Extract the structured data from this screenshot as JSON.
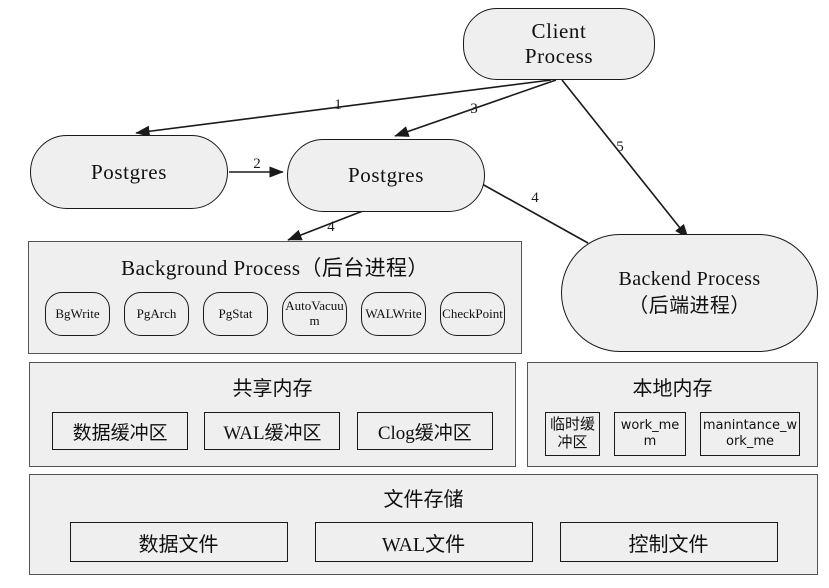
{
  "diagram": {
    "title": "PostgreSQL Process and Memory Architecture",
    "nodes": {
      "client_process": {
        "line1": "Client",
        "line2": "Process"
      },
      "postgres_left": {
        "label": "Postgres"
      },
      "postgres_right": {
        "label": "Postgres"
      },
      "backend_process": {
        "line1": "Backend Process",
        "line2": "（后端进程）"
      }
    },
    "background_process": {
      "title": "Background Process（后台进程）",
      "items": [
        {
          "label": "BgWrite"
        },
        {
          "label": "PgArch"
        },
        {
          "label": "PgStat"
        },
        {
          "label": "AutoVacuum"
        },
        {
          "label": "WALWrite"
        },
        {
          "label": "CheckPoint"
        }
      ]
    },
    "shared_memory": {
      "title": "共享内存",
      "items": [
        {
          "label": "数据缓冲区"
        },
        {
          "label": "WAL缓冲区"
        },
        {
          "label": "Clog缓冲区"
        }
      ]
    },
    "local_memory": {
      "title": "本地内存",
      "items": [
        {
          "label": "临时缓冲区"
        },
        {
          "label": "work_mem"
        },
        {
          "label": "manintance_work_me"
        }
      ]
    },
    "file_storage": {
      "title": "文件存储",
      "items": [
        {
          "label": "数据文件"
        },
        {
          "label": "WAL文件"
        },
        {
          "label": "控制文件"
        }
      ]
    },
    "edges": [
      {
        "id": "edge-1",
        "label": "1",
        "from": "client-process",
        "to": "postgres-left"
      },
      {
        "id": "edge-2",
        "label": "2",
        "from": "postgres-left",
        "to": "postgres-right"
      },
      {
        "id": "edge-3",
        "label": "3",
        "from": "client-process",
        "to": "postgres-right"
      },
      {
        "id": "edge-4a",
        "label": "4",
        "from": "postgres-right",
        "to": "background-process-panel"
      },
      {
        "id": "edge-4b",
        "label": "4",
        "from": "postgres-right",
        "to": "backend-process"
      },
      {
        "id": "edge-5",
        "label": "5",
        "from": "client-process",
        "to": "backend-process"
      }
    ],
    "colors": {
      "node_fill": "#efefef",
      "node_stroke": "#1a1a1a",
      "panel_stroke": "#555555",
      "background": "#ffffff",
      "text": "#101010"
    }
  }
}
